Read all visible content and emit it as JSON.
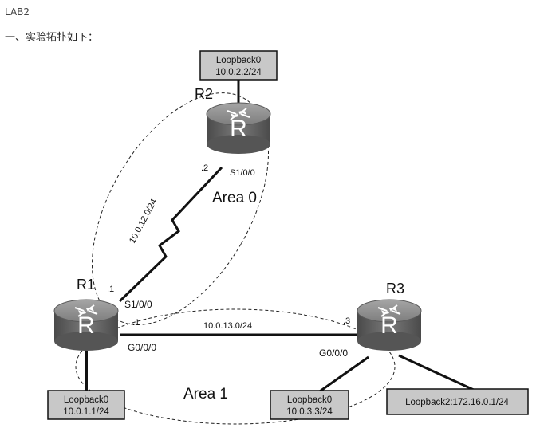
{
  "doc": {
    "title": "LAB2",
    "heading": "一、实验拓扑如下："
  },
  "routers": {
    "r1": {
      "name": "R1",
      "glyph": "R"
    },
    "r2": {
      "name": "R2",
      "glyph": "R"
    },
    "r3": {
      "name": "R3",
      "glyph": "R"
    }
  },
  "loopbacks": {
    "r2_lo0": {
      "line1": "Loopback0",
      "line2": "10.0.2.2/24"
    },
    "r1_lo0": {
      "line1": "Loopback0",
      "line2": "10.0.1.1/24"
    },
    "r3_lo0": {
      "line1": "Loopback0",
      "line2": "10.0.3.3/24"
    },
    "r3_lo2": {
      "line1": "Loopback2:172.16.0.1/24"
    }
  },
  "links": {
    "serial": {
      "network": "10.0.12.0/24",
      "r1_host": ".1",
      "r2_host": ".2",
      "r1_intf": "S1/0/0",
      "r2_intf": "S1/0/0"
    },
    "ethernet": {
      "network": "10.0.13.0/24",
      "r1_host": ".1",
      "r3_host": ".3",
      "r1_intf": "G0/0/0",
      "r3_intf": "G0/0/0"
    }
  },
  "areas": {
    "area0": "Area 0",
    "area1": "Area 1"
  },
  "colors": {
    "router_body": "#6b6b6b",
    "router_top": "#8f8f8f",
    "box_fill": "#c8c8c8",
    "line": "#111111"
  }
}
